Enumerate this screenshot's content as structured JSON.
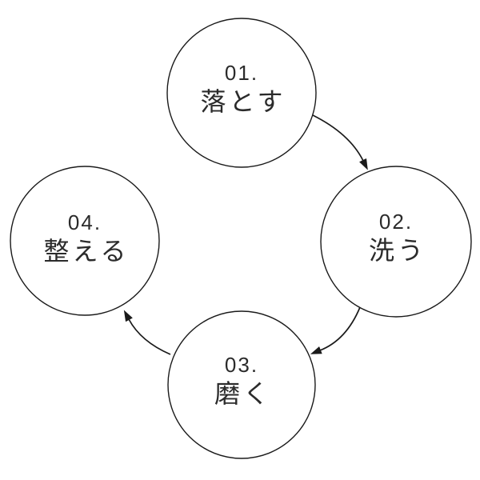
{
  "diagram": {
    "kind": "cycle-process-diagram",
    "background_color": "#ffffff",
    "line_color": "#1a1a1a",
    "text_color": "#2b2b2b",
    "steps": [
      {
        "number": "01.",
        "label": "落とす",
        "position": "top"
      },
      {
        "number": "02.",
        "label": "洗う",
        "position": "right"
      },
      {
        "number": "03.",
        "label": "磨く",
        "position": "bottom"
      },
      {
        "number": "04.",
        "label": "整える",
        "position": "left"
      }
    ],
    "arrows": [
      {
        "from": "01",
        "to": "02"
      },
      {
        "from": "02",
        "to": "03"
      },
      {
        "from": "03",
        "to": "04"
      }
    ]
  }
}
